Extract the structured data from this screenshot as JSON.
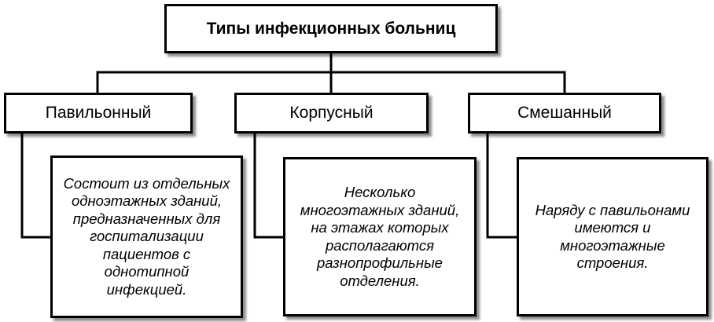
{
  "diagram": {
    "title": "Типы инфекционных больниц",
    "types": [
      {
        "name": "Павильонный",
        "description": [
          "Состоит из отдельных",
          "одноэтажных зданий,",
          "предназначенных для",
          "госпитализации",
          "пациентов с",
          "однотипной",
          "инфекцией."
        ]
      },
      {
        "name": "Корпусный",
        "description": [
          "Несколько",
          "многоэтажных зданий,",
          "на этажах которых",
          "располагаются",
          "разнопрофильные",
          "отделения."
        ]
      },
      {
        "name": "Смешанный",
        "description": [
          "Наряду с павильонами",
          "имеются и",
          "многоэтажные",
          "строения."
        ]
      }
    ]
  }
}
